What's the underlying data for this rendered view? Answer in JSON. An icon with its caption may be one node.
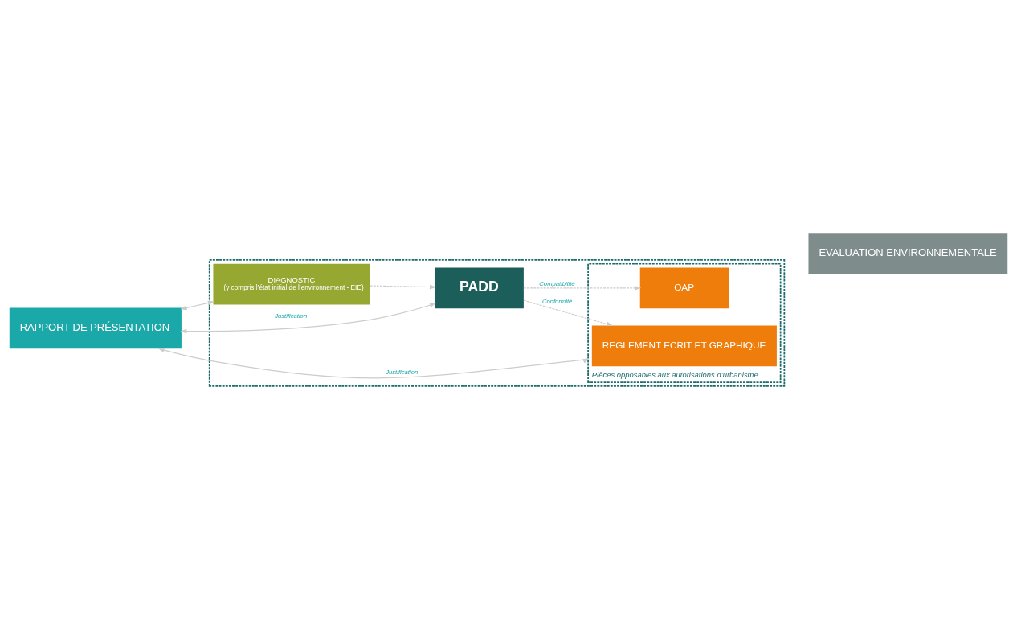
{
  "diagram": {
    "nodes": [
      {
        "text": [],
        "shape": "box"
      },
      {
        "text": [
          "RAPPORT DE PRÉSENTATION"
        ]
      },
      {
        "text": [
          "DIAGNOSTIC",
          "(y compris l’état initial de l’environnement - EIE)"
        ],
        "in": 0
      },
      {
        "text": [
          "PADD"
        ],
        "in": 0
      },
      {
        "text": [
          "Pièces opposables aux autorisations d’urbanisme"
        ],
        "in": 0
      },
      {
        "text": [
          "REGLEMENT ECRIT ET GRAPHIQUE"
        ],
        "in": 4
      },
      {
        "text": [
          "OAP"
        ],
        "in": 4
      },
      {
        "text": [
          "EVALUATION ENVIRONNEMENTALE"
        ]
      }
    ],
    "edges": [
      {
        "from": 1,
        "to": 2,
        "arrow": "both"
      },
      {
        "from": 1,
        "to": 3,
        "arrow": "both",
        "label": "Justification"
      },
      {
        "from": 1,
        "to": 4,
        "arrow": "both",
        "label": "Justification"
      },
      {
        "from": 2,
        "to": 3,
        "arrow": "to",
        "style": "dashed"
      },
      {
        "from": 3,
        "to": 5,
        "arrow": "to",
        "style": "dashed",
        "label": "Conformité"
      },
      {
        "from": 3,
        "to": 6,
        "arrow": "to",
        "style": "dashed",
        "label": "Compatibilité"
      }
    ]
  }
}
